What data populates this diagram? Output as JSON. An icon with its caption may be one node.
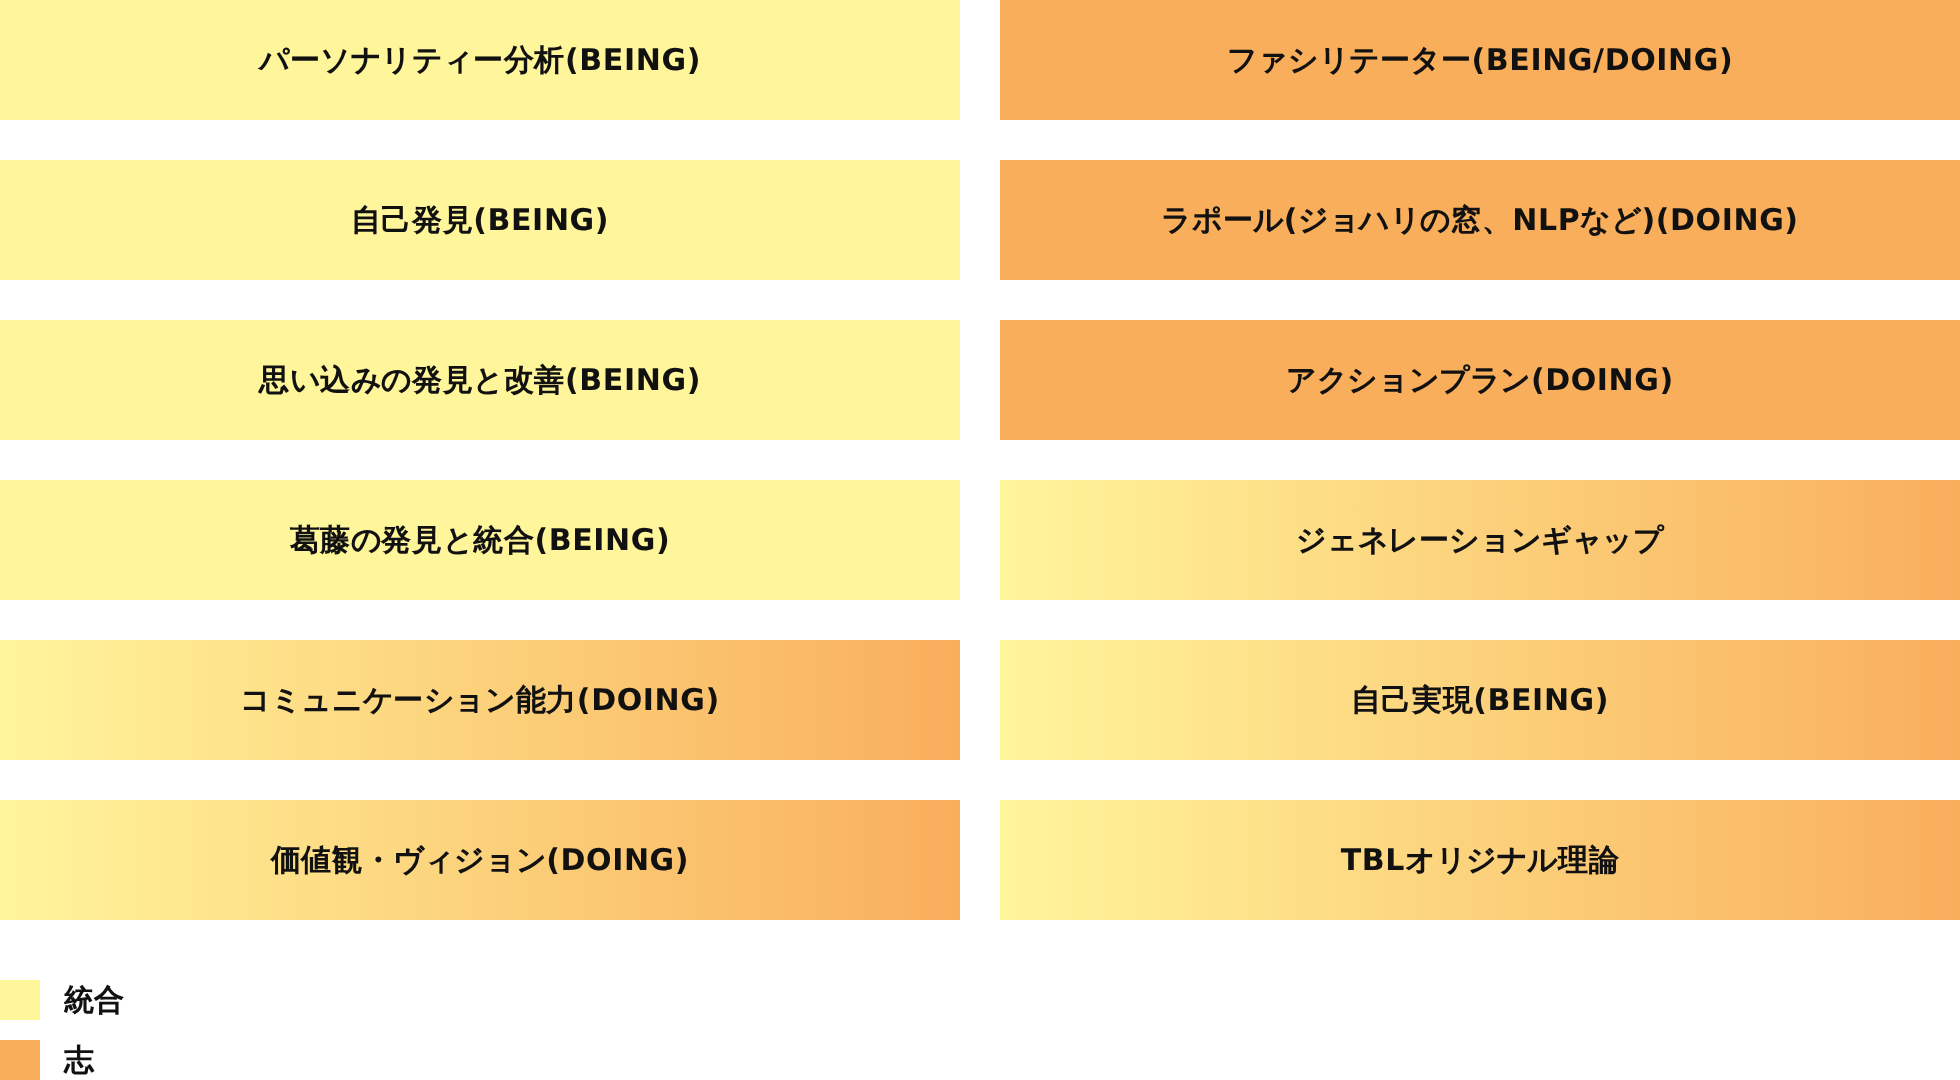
{
  "diagram": {
    "nodes": [
      {
        "text": [
          "パーソナリティー分析(BEING)"
        ]
      },
      {
        "text": [
          "自己発見(BEING)"
        ]
      },
      {
        "text": [
          "思い込みの発見と改善(BEING)"
        ]
      },
      {
        "text": [
          "葛藤の発見と統合(BEING)"
        ]
      },
      {
        "text": [
          "コミュニケーション能力(DOING)"
        ]
      },
      {
        "text": [
          "価値観・ヴィジョン(DOING)"
        ]
      },
      {
        "text": [
          "ファシリテーター(BEING/DOING)"
        ]
      },
      {
        "text": [
          "ラポール(ジョハリの窓、NLPなど)(DOING)"
        ]
      },
      {
        "text": [
          "アクションプラン(DOING)"
        ]
      },
      {
        "text": [
          "ジェネレーションギャップ"
        ]
      },
      {
        "text": [
          "自己実現(BEING)"
        ]
      },
      {
        "text": [
          "TBLオリジナル理論"
        ]
      }
    ],
    "legend": [
      {
        "text": "統合",
        "color": "#fff59b"
      },
      {
        "text": "志",
        "color": "#f9ae5c"
      }
    ]
  }
}
